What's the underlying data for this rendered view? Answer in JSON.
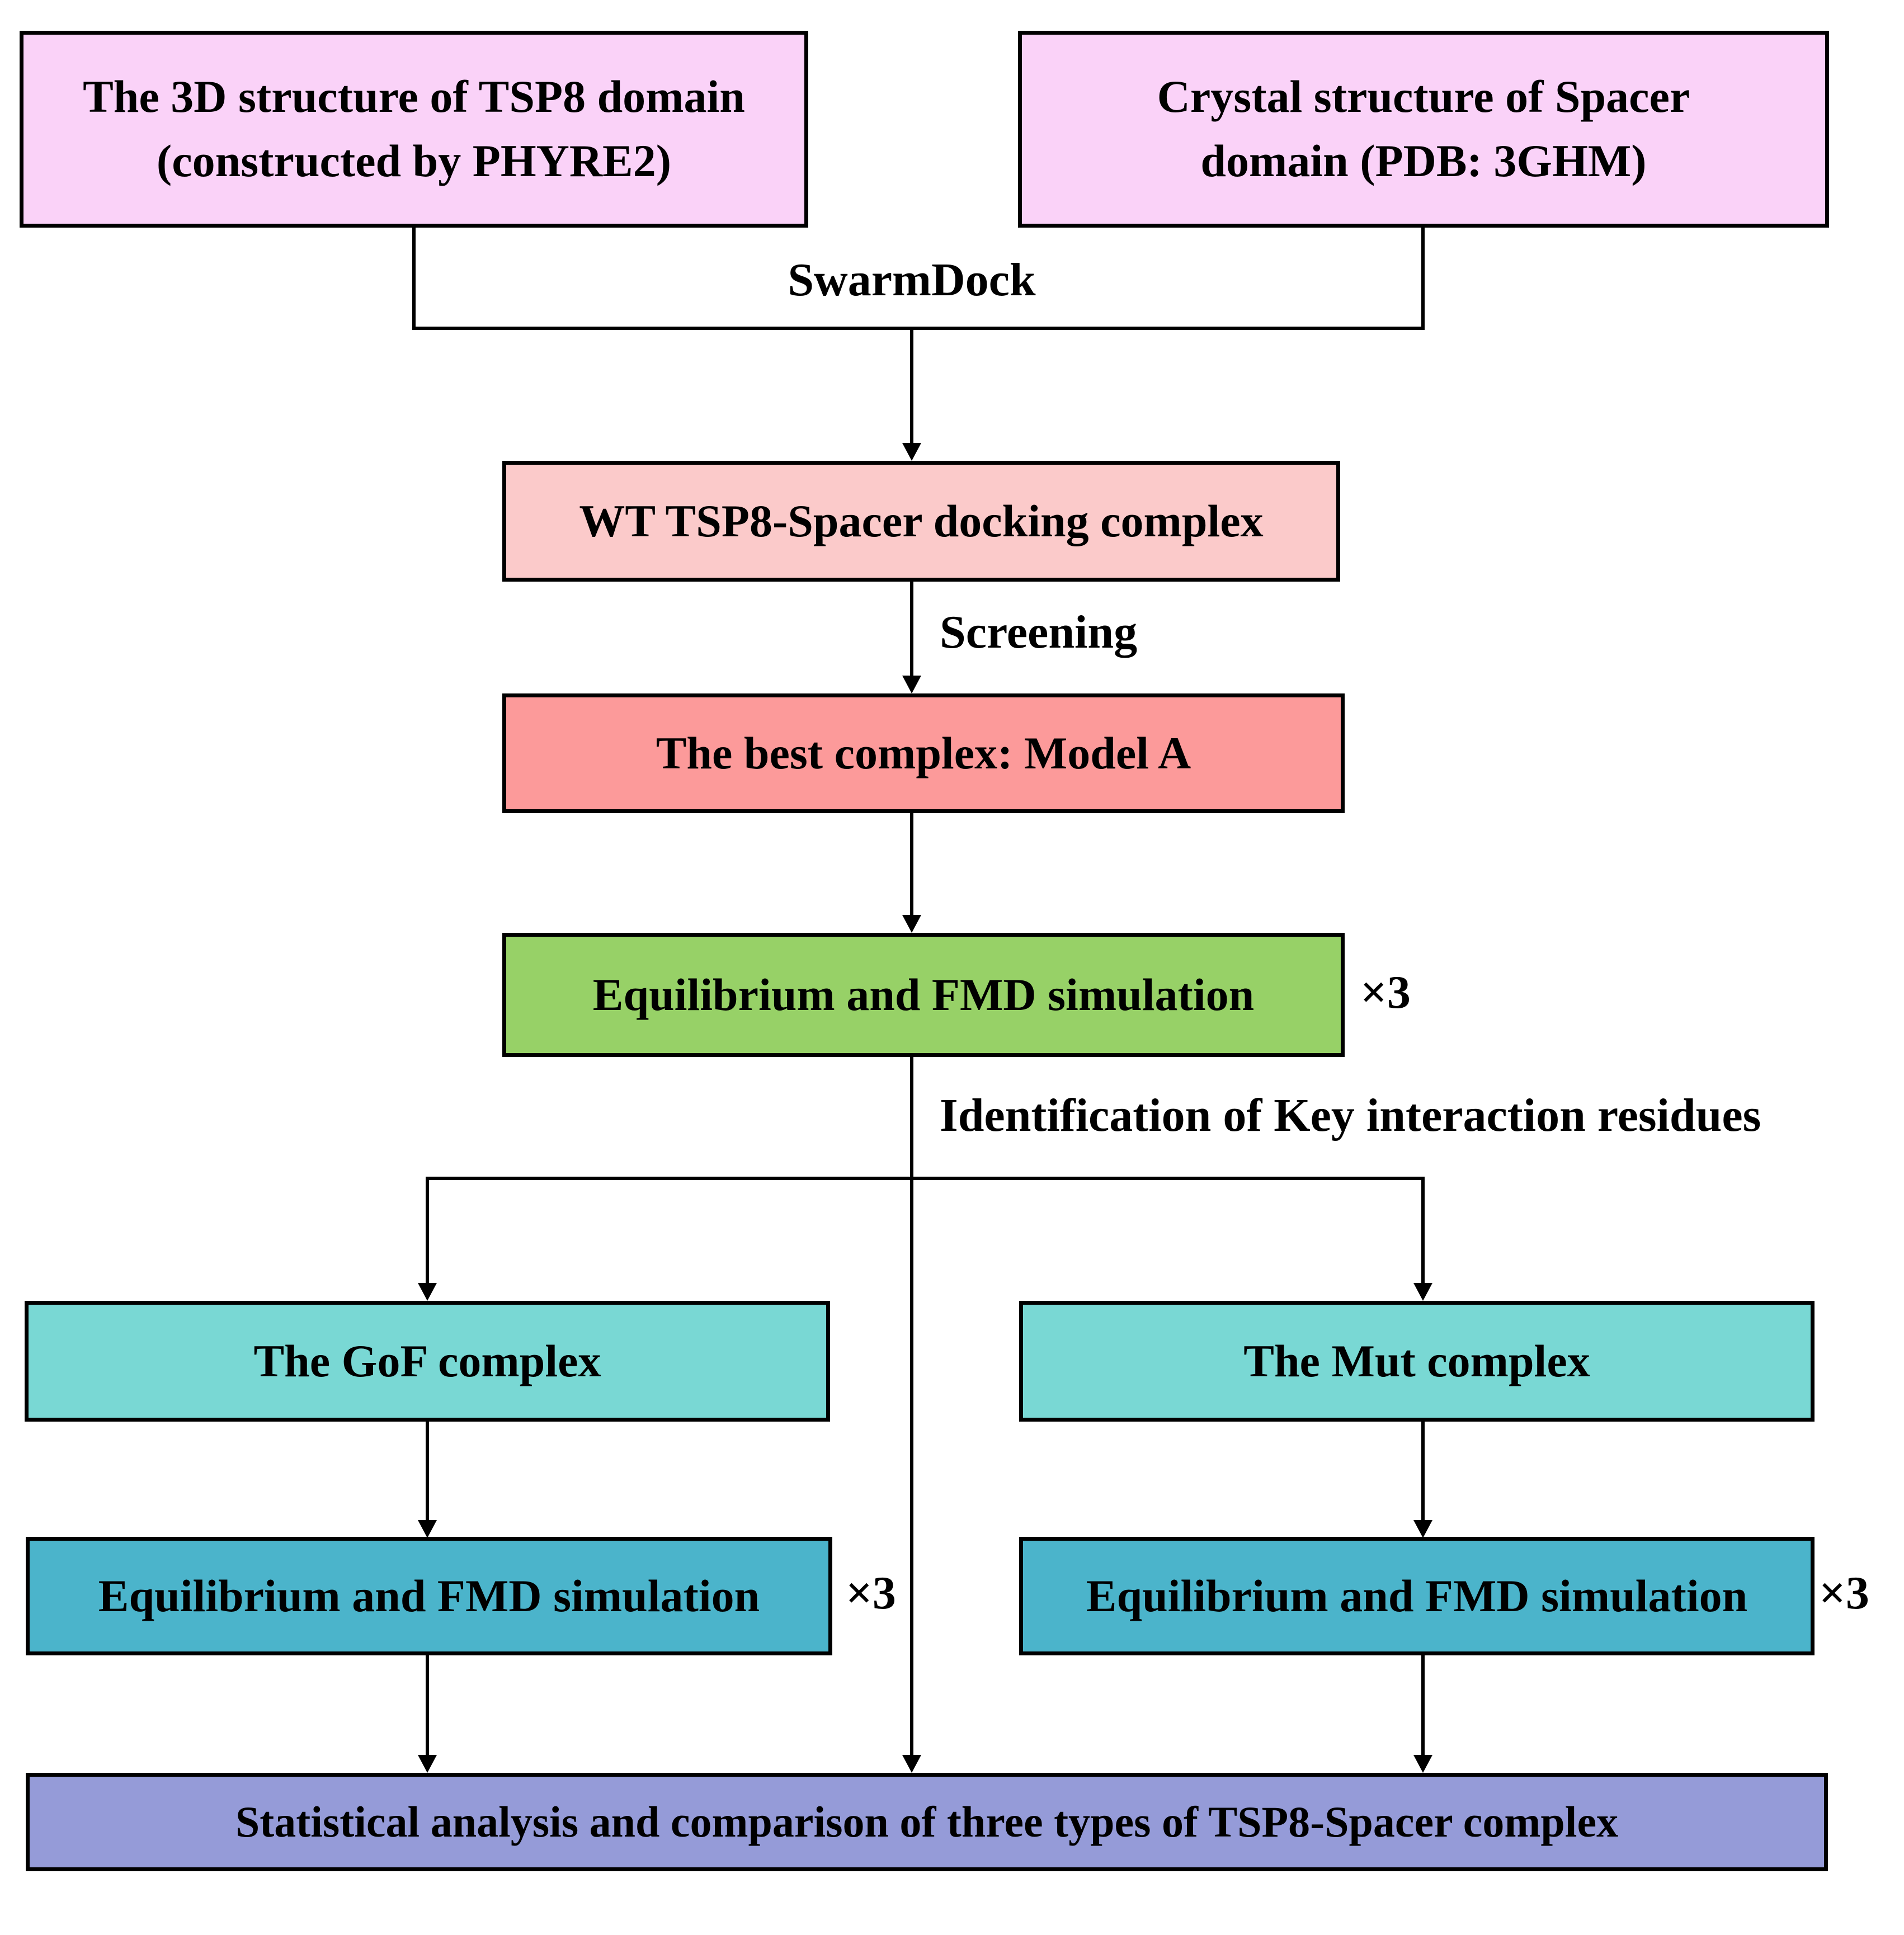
{
  "diagram": {
    "title_hint": "TSP8-Spacer docking and simulation workflow flowchart",
    "nodes": {
      "tsp8": {
        "lines": [
          "The 3D structure of TSP8 domain",
          "(constructed by PHYRE2)"
        ],
        "color": "#fad2f8"
      },
      "spacer": {
        "lines": [
          "Crystal structure of Spacer",
          "domain (PDB: 3GHM)"
        ],
        "color": "#fad2f8"
      },
      "wt_complex": {
        "label": "WT TSP8-Spacer docking complex",
        "color": "#fbcaca"
      },
      "best_complex": {
        "label": "The best complex: Model A",
        "color": "#fc9a9a"
      },
      "fmd_wt": {
        "label": "Equilibrium and FMD simulation",
        "color": "#97d167",
        "multiplier": "×3"
      },
      "gof_complex": {
        "label": "The GoF complex",
        "color": "#79d8d4"
      },
      "mut_complex": {
        "label": "The Mut complex",
        "color": "#79d8d4"
      },
      "fmd_gof": {
        "label": "Equilibrium and FMD simulation",
        "color": "#4bb4cb",
        "multiplier": "×3"
      },
      "fmd_mut": {
        "label": "Equilibrium and FMD simulation",
        "color": "#4bb4cb",
        "multiplier": "×3"
      },
      "stats": {
        "label": "Statistical analysis and comparison of three types of TSP8-Spacer complex",
        "color": "#959bd8"
      }
    },
    "edge_labels": {
      "swarmdock": "SwarmDock",
      "screening": "Screening",
      "identification": "Identification of Key interaction residues"
    },
    "line_color": "#000000"
  }
}
